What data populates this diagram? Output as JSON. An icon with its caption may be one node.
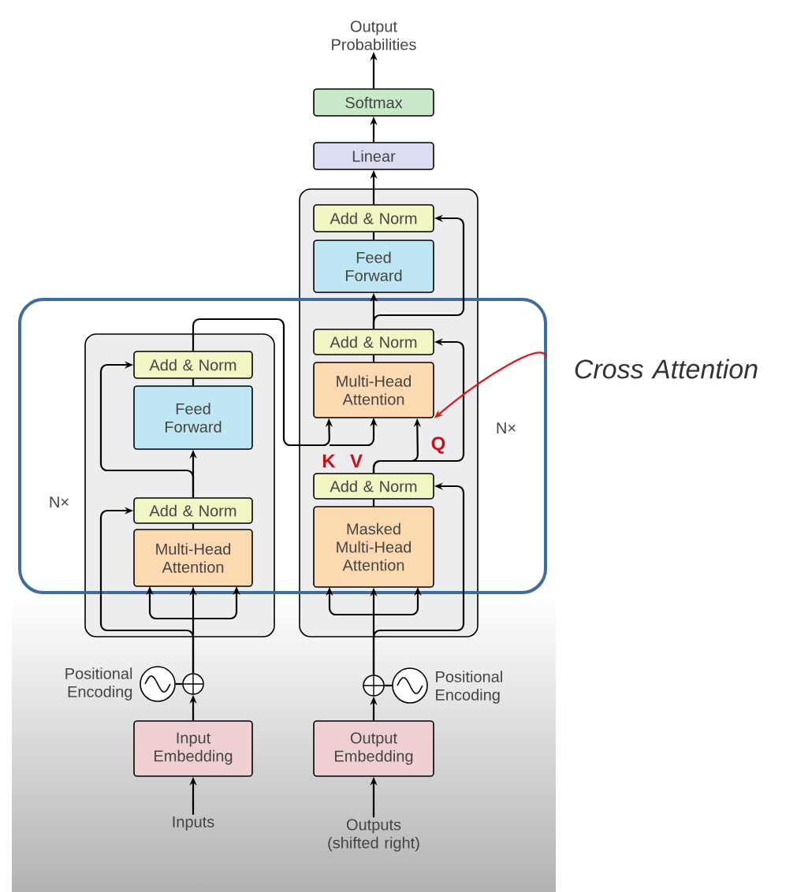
{
  "diagram": {
    "nodes": [
      {
        "text": [],
        "shape": "box",
        "beside": [
          "N×"
        ]
      },
      {
        "text": [],
        "shape": "box",
        "beside": [
          "N×"
        ]
      },
      {
        "text": [
          "Add & Norm"
        ],
        "in": 0
      },
      {
        "text": [
          "Feed Forward"
        ],
        "in": 0
      },
      {
        "text": [
          "Add & Norm"
        ],
        "in": 0
      },
      {
        "text": [
          "Multi-Head Attention"
        ],
        "in": 0
      },
      {
        "text": [
          "Add & Norm"
        ],
        "in": 1
      },
      {
        "text": [
          "Feed Forward"
        ],
        "in": 1
      },
      {
        "text": [
          "Add & Norm"
        ],
        "in": 1
      },
      {
        "text": [
          "Multi-Head Attention"
        ],
        "in": 1
      },
      {
        "text": [
          "Add & Norm"
        ],
        "in": 1
      },
      {
        "text": [
          "Masked Multi-Head Attention"
        ],
        "in": 1
      },
      {
        "text": [
          "Linear"
        ]
      },
      {
        "text": [
          "Softmax"
        ]
      },
      {
        "text": [
          "Output Probabilities"
        ]
      },
      {
        "text": [
          "Input Embedding"
        ]
      },
      {
        "text": [
          "Output Embedding"
        ]
      },
      {
        "text": [
          "Inputs"
        ]
      },
      {
        "text": [
          "Outputs (shifted right)"
        ]
      },
      {
        "text": [],
        "shape": "circle"
      },
      {
        "text": [],
        "shape": "circle",
        "beside": [
          "Positional Encoding"
        ]
      },
      {
        "text": [],
        "shape": "circle"
      },
      {
        "text": [],
        "shape": "circle",
        "beside": [
          "Positional Encoding"
        ]
      },
      {
        "text": [
          "Cross Attention"
        ]
      }
    ],
    "edges": [
      {
        "from": 17,
        "to": 15,
        "arrow": "to"
      },
      {
        "from": 15,
        "to": 19,
        "arrow": "to"
      },
      {
        "from": 20,
        "to": 19,
        "arrow": "none"
      },
      {
        "from": 19,
        "to": 5,
        "arrow": "to"
      },
      {
        "from": 19,
        "to": 4,
        "arrow": "to"
      },
      {
        "from": 5,
        "to": 4,
        "arrow": "none"
      },
      {
        "from": 4,
        "to": 3,
        "arrow": "to"
      },
      {
        "from": 4,
        "to": 2,
        "arrow": "to"
      },
      {
        "from": 3,
        "to": 2,
        "arrow": "none"
      },
      {
        "from": 2,
        "to": 9,
        "arrow": "to"
      },
      {
        "from": 18,
        "to": 16,
        "arrow": "to"
      },
      {
        "from": 16,
        "to": 21,
        "arrow": "to"
      },
      {
        "from": 22,
        "to": 21,
        "arrow": "none"
      },
      {
        "from": 21,
        "to": 11,
        "arrow": "to"
      },
      {
        "from": 21,
        "to": 10,
        "arrow": "to"
      },
      {
        "from": 11,
        "to": 10,
        "arrow": "none"
      },
      {
        "from": 10,
        "to": 9,
        "arrow": "to"
      },
      {
        "from": 10,
        "to": 8,
        "arrow": "to"
      },
      {
        "from": 9,
        "to": 8,
        "arrow": "none"
      },
      {
        "from": 8,
        "to": 7,
        "arrow": "to"
      },
      {
        "from": 8,
        "to": 6,
        "arrow": "to"
      },
      {
        "from": 7,
        "to": 6,
        "arrow": "none"
      },
      {
        "from": 6,
        "to": 12,
        "arrow": "to"
      },
      {
        "from": 12,
        "to": 13,
        "arrow": "to"
      },
      {
        "from": 13,
        "to": 14,
        "arrow": "to"
      },
      {
        "from": 23,
        "to": 9,
        "arrow": "to",
        "color": "#e0151b"
      }
    ],
    "labels": [
      "K",
      "V",
      "Q"
    ]
  }
}
